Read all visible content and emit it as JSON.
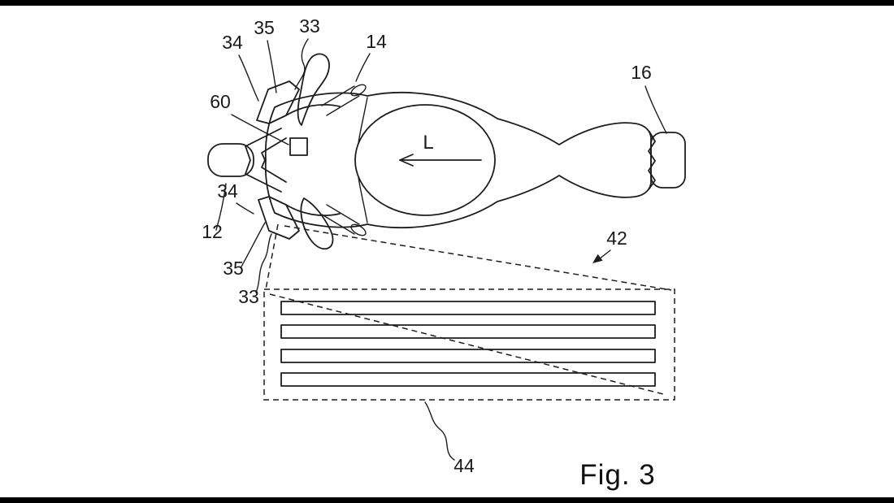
{
  "page": {
    "background": "#ffffff",
    "ink": "#1d1d1d"
  },
  "figure": {
    "caption": "Fig. 3",
    "direction_label": "L",
    "reference_numerals": {
      "n34_top": "34",
      "n35_top": "35",
      "n33_top": "33",
      "n14": "14",
      "n16": "16",
      "n60": "60",
      "n34_left": "34",
      "n12": "12",
      "n35_bottom": "35",
      "n33_bottom": "33",
      "n42": "42",
      "n44": "44"
    }
  }
}
